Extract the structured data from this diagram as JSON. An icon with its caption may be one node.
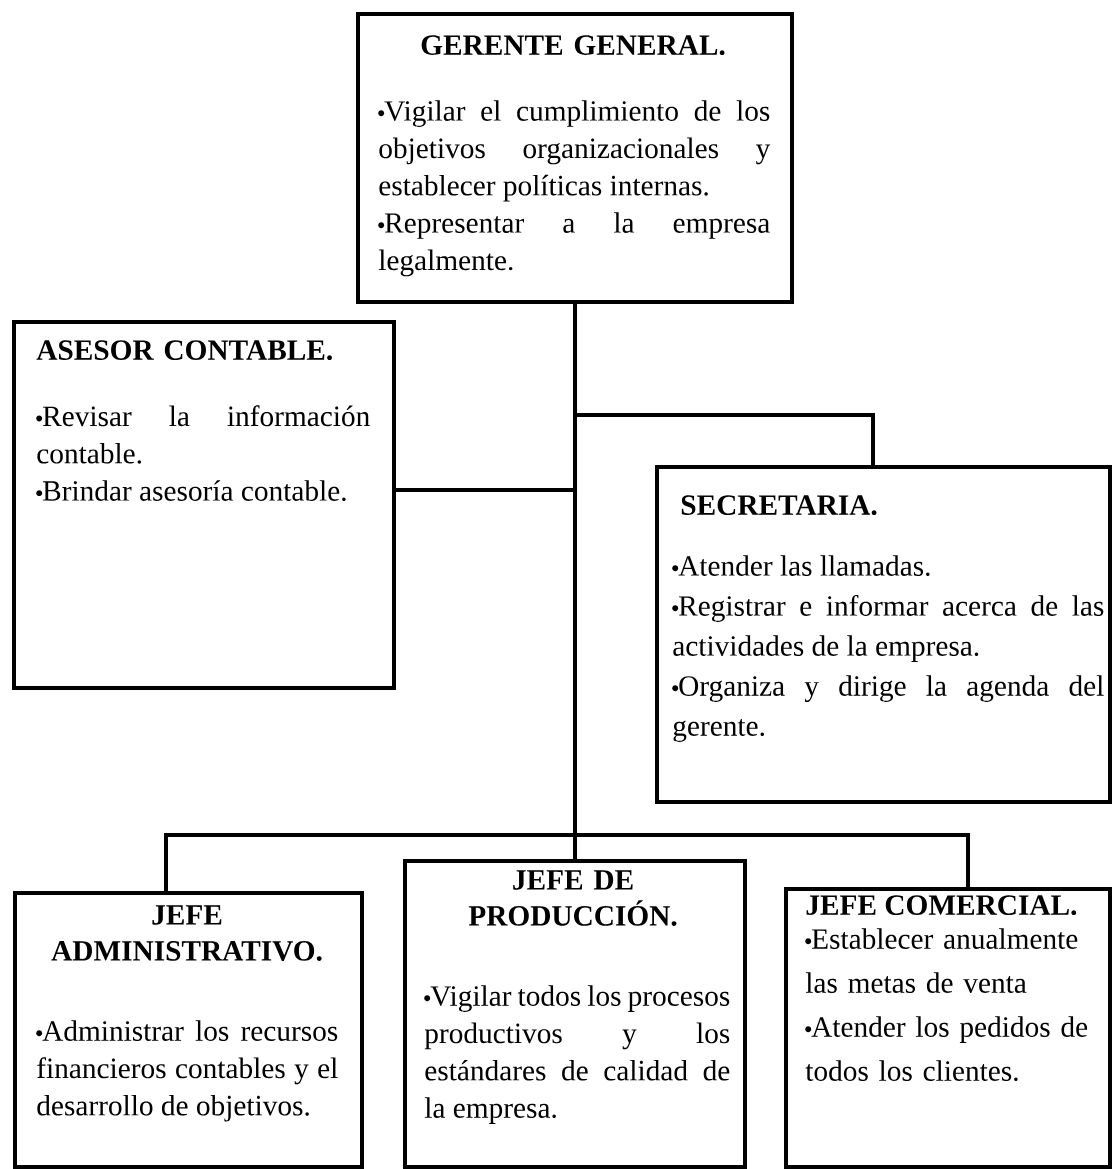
{
  "diagram": {
    "nodes": [
      {
        "text": [
          "GERENTE GENERAL.",
          "Vigilar el cumplimiento de los objetivos organizacionales y establecer políticas internas.",
          "Representar a la empresa legalmente."
        ]
      },
      {
        "text": [
          "ASESOR CONTABLE.",
          "Revisar la información contable.",
          "Brindar asesoría contable."
        ]
      },
      {
        "text": [
          "SECRETARIA.",
          "Atender las llamadas.",
          "Registrar e informar acerca de las actividades de la empresa.",
          "Organiza y dirige la agenda del gerente."
        ]
      },
      {
        "text": [
          "JEFE ADMINISTRATIVO.",
          "Administrar los recursos financieros contables y el desarrollo de objetivos."
        ]
      },
      {
        "text": [
          "JEFE DE PRODUCCIÓN.",
          "Vigilar todos los procesos productivos y los estándares de calidad de la empresa."
        ]
      },
      {
        "text": [
          "JEFE COMERCIAL.",
          "Establecer anualmente las metas de venta",
          "Atender los pedidos de todos los clientes."
        ]
      }
    ],
    "edges": [
      {
        "from": 0,
        "to": 1,
        "arrow": "none"
      },
      {
        "from": 0,
        "to": 2,
        "arrow": "none"
      },
      {
        "from": 0,
        "to": 3,
        "arrow": "none"
      },
      {
        "from": 0,
        "to": 4,
        "arrow": "none"
      },
      {
        "from": 0,
        "to": 5,
        "arrow": "none"
      }
    ]
  }
}
